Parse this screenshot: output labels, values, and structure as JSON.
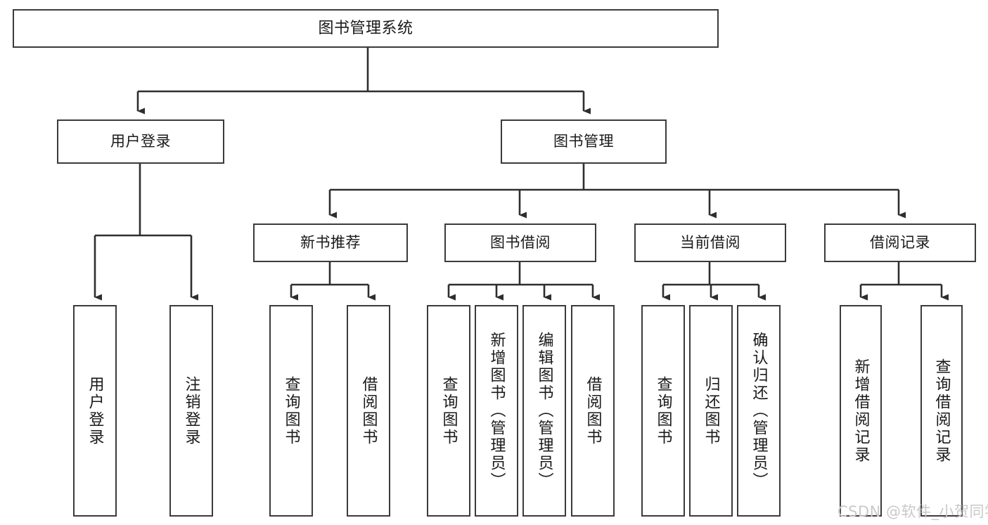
{
  "diagram": {
    "title": "图书管理系统",
    "type": "tree-hierarchy",
    "watermark": "CSDN @软件_小贺同学",
    "colors": {
      "box_border": "#3b3b3b",
      "box_fill": "#ffffff",
      "edge": "#2e2e2e",
      "text": "#1a1a1a",
      "watermark": "#c9c9c9",
      "background": "#ffffff"
    }
  },
  "nodes": {
    "root": {
      "label": "图书管理系统"
    },
    "tier1": [
      {
        "id": "user-login",
        "label": "用户登录"
      },
      {
        "id": "book-management",
        "label": "图书管理"
      }
    ],
    "tier2": [
      {
        "id": "new-book-recommend",
        "label": "新书推荐"
      },
      {
        "id": "book-borrow",
        "label": "图书借阅"
      },
      {
        "id": "current-borrow",
        "label": "当前借阅"
      },
      {
        "id": "borrow-record",
        "label": "借阅记录"
      }
    ],
    "leaves": {
      "user_login": [
        {
          "id": "leaf-user-login",
          "label": "用户登录"
        },
        {
          "id": "leaf-user-logout",
          "label": "注销登录"
        }
      ],
      "new_book_recommend": [
        {
          "id": "leaf-query-book-1",
          "label": "查询图书"
        },
        {
          "id": "leaf-borrow-book-1",
          "label": "借阅图书"
        }
      ],
      "book_borrow": [
        {
          "id": "leaf-query-book-2",
          "label": "查询图书"
        },
        {
          "id": "leaf-add-book",
          "label": "新增图书（管理员）"
        },
        {
          "id": "leaf-edit-book",
          "label": "编辑图书（管理员）"
        },
        {
          "id": "leaf-borrow-book-2",
          "label": "借阅图书"
        }
      ],
      "current_borrow": [
        {
          "id": "leaf-query-book-3",
          "label": "查询图书"
        },
        {
          "id": "leaf-return-book",
          "label": "归还图书"
        },
        {
          "id": "leaf-confirm-return",
          "label": "确认归还（管理员）"
        }
      ],
      "borrow_record": [
        {
          "id": "leaf-add-record",
          "label": "新增借阅记录"
        },
        {
          "id": "leaf-query-record",
          "label": "查询借阅记录"
        }
      ]
    }
  }
}
